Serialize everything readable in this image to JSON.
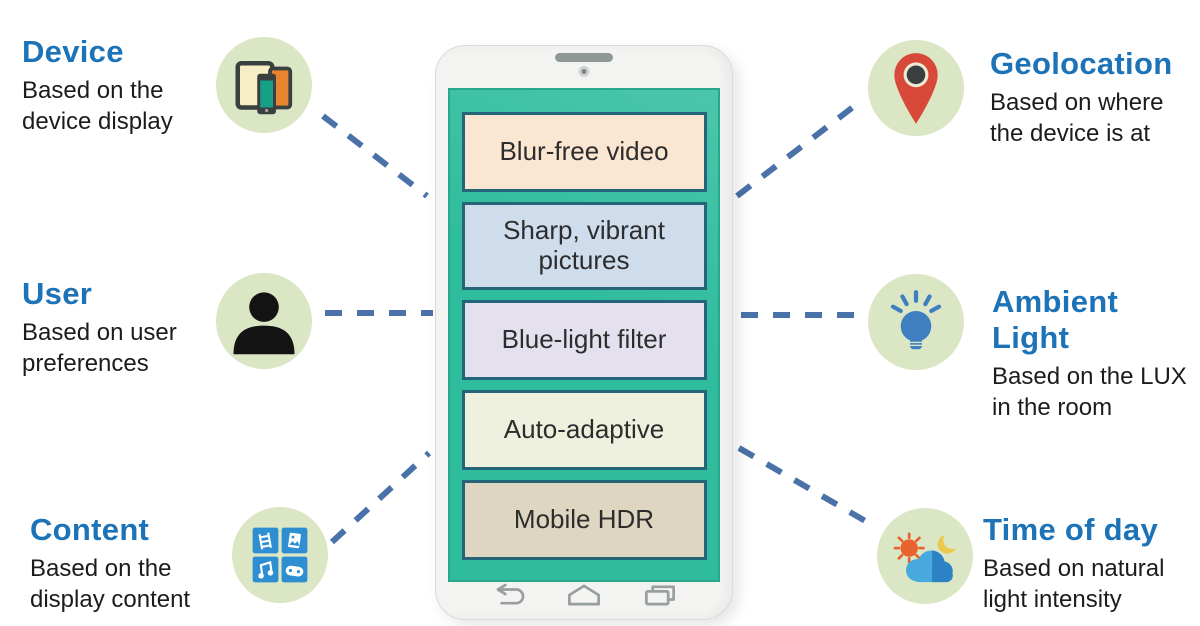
{
  "colors": {
    "title_blue": "#1d73b7",
    "connector_blue": "#4a72a8",
    "screen_teal": "#2ebc9d",
    "box_border": "#266579",
    "icon_circle_green": "#dbe6c4"
  },
  "left_factors": [
    {
      "title": "Device",
      "desc": "Based on the\ndevice display",
      "icon": "devices-icon"
    },
    {
      "title": "User",
      "desc": "Based on user\npreferences",
      "icon": "user-icon"
    },
    {
      "title": "Content",
      "desc": "Based on the\ndisplay content",
      "icon": "content-tiles-icon"
    }
  ],
  "right_factors": [
    {
      "title": "Geolocation",
      "desc": "Based on where\nthe device is at",
      "icon": "map-pin-icon"
    },
    {
      "title": "Ambient Light",
      "desc": "Based on the LUX\nin the room",
      "icon": "light-bulb-icon"
    },
    {
      "title": "Time of day",
      "desc": "Based on natural\nlight intensity",
      "icon": "day-night-icon"
    }
  ],
  "phone": {
    "boxes": [
      {
        "label": "Blur-free video",
        "bg": "#fbe6d2"
      },
      {
        "label": "Sharp, vibrant pictures",
        "bg": "#cfdcec"
      },
      {
        "label": "Blue-light filter",
        "bg": "#e4e0ed"
      },
      {
        "label": "Auto-adaptive",
        "bg": "#edf1dd"
      },
      {
        "label": "Mobile HDR",
        "bg": "#ded6c1"
      }
    ],
    "nav_icons": [
      "back-icon",
      "home-icon",
      "recents-icon"
    ]
  }
}
